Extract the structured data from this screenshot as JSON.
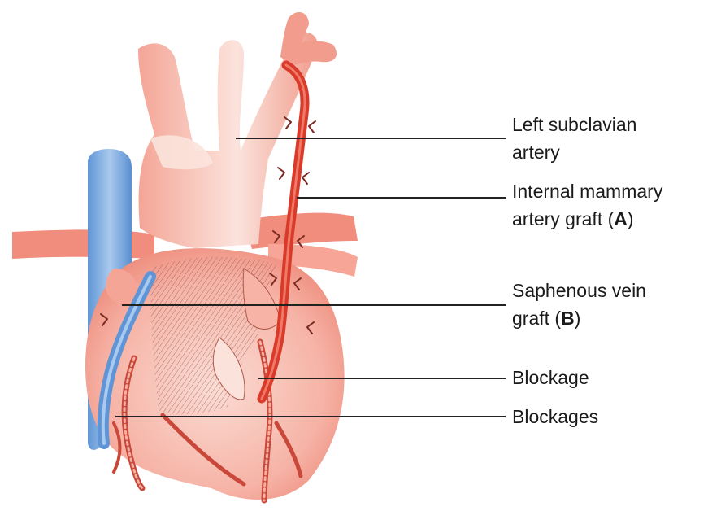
{
  "labels": {
    "left_subclavian": {
      "line1": "Left subclavian",
      "line2": "artery"
    },
    "internal_mammary": {
      "line1": "Internal mammary",
      "line2_text": "artery graft (",
      "line2_letter": "A",
      "line2_end": ")"
    },
    "saphenous": {
      "line1": "Saphenous vein",
      "line2_text": "graft (",
      "line2_letter": "B",
      "line2_end": ")"
    },
    "blockage": "Blockage",
    "blockages": "Blockages"
  },
  "colors": {
    "artery": "#ee8a7c",
    "artery_dark": "#e16957",
    "vein": "#6fa3dc",
    "graft_artery": "#d93a2a",
    "leader_line": "#222222"
  }
}
